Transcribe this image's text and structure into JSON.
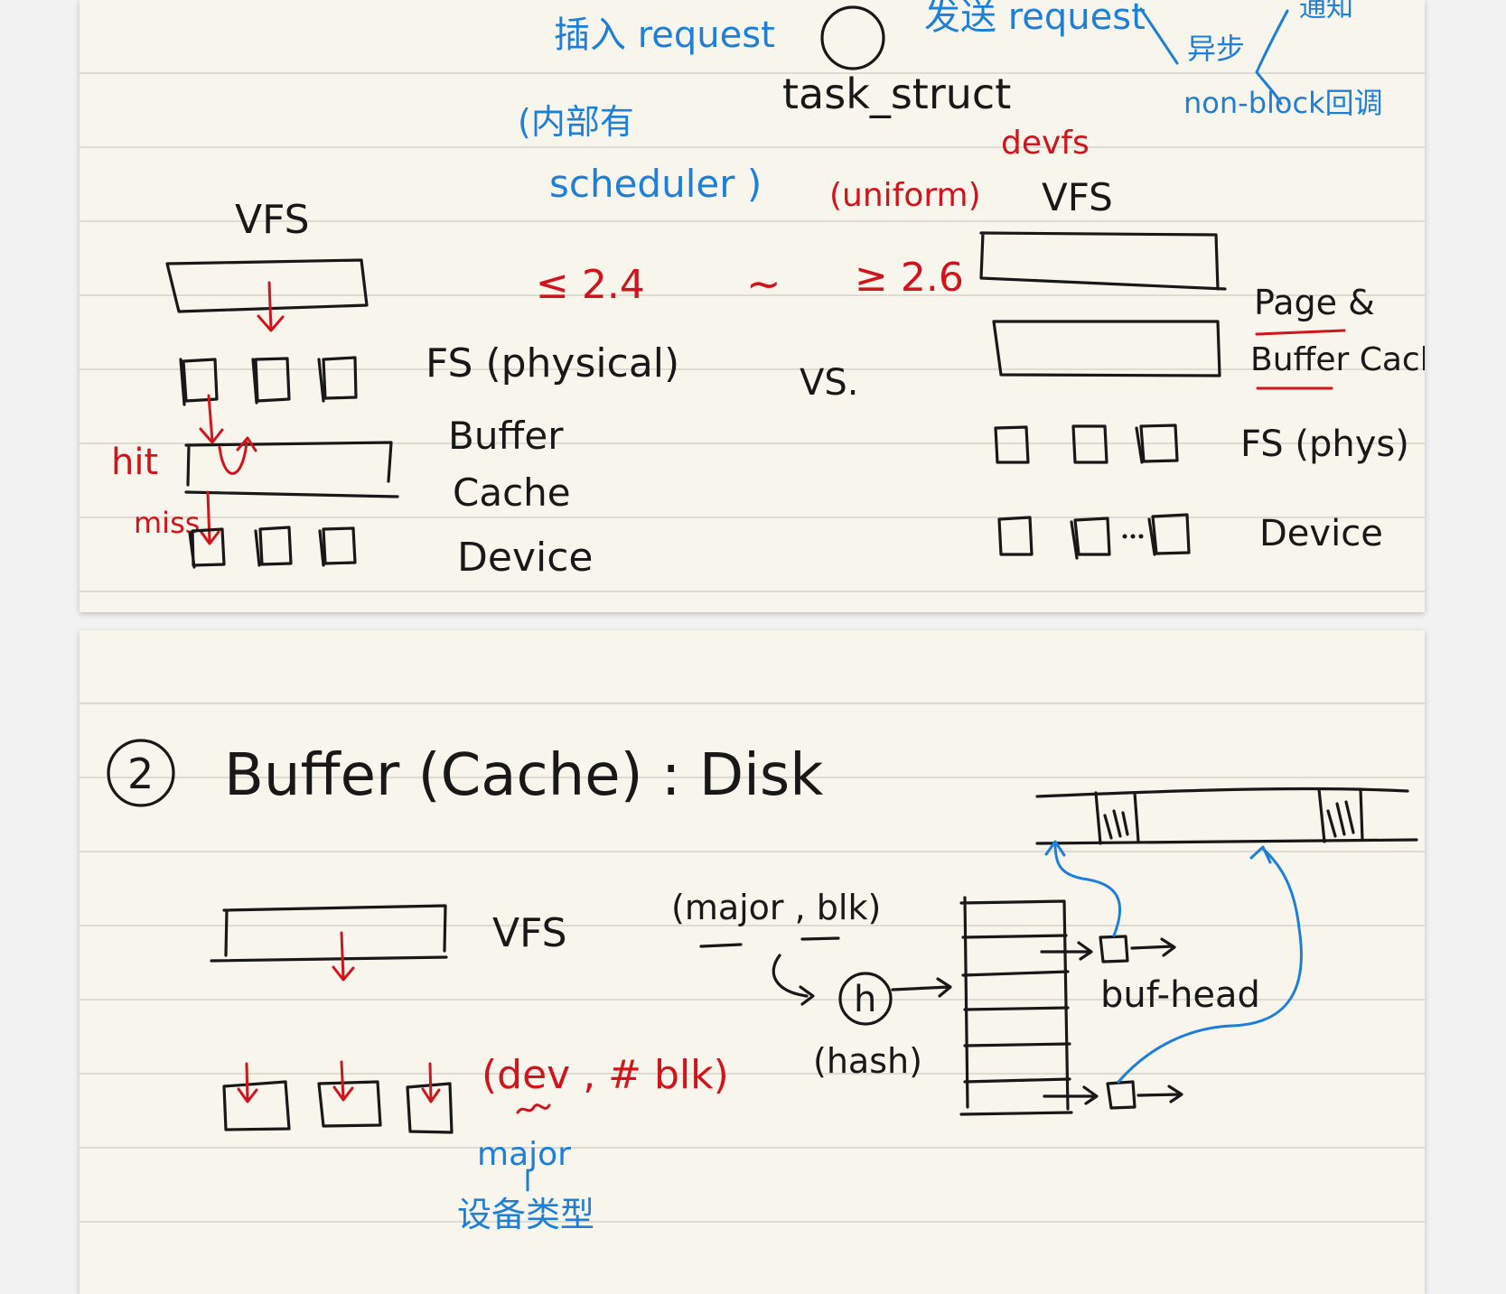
{
  "page1": {
    "blue_notes": {
      "insert_request": "插入 request",
      "send_request": "发送 request",
      "async": "异步",
      "notify": "通知",
      "non_block_callback": "non-block回调",
      "internal_has": "(内部有",
      "scheduler": "scheduler )"
    },
    "black_labels": {
      "task_struct": "task_struct",
      "vfs_left": "VFS",
      "fs_physical": "FS (physical)",
      "buffer": "Buffer",
      "cache": "Cache",
      "device_left": "Device",
      "vs": "VS.",
      "vfs_right": "VFS",
      "page_and": "Page &",
      "buffer_cache": "Buffer Cache",
      "fs_phys": "FS (phys)",
      "device_right": "Device"
    },
    "red_notes": {
      "le_version": "≤ 2.4",
      "tilde": "~",
      "ge_version": "≥ 2.6",
      "devfs": "devfs",
      "uniform": "(uniform)",
      "hit": "hit",
      "miss": "miss"
    }
  },
  "page2": {
    "black_labels": {
      "circled_number": "2",
      "heading": "Buffer (Cache) : Disk",
      "vfs": "VFS",
      "major_blk": "(major , blk)",
      "h": "h",
      "hash": "(hash)",
      "buf_head": "buf-head"
    },
    "red_notes": {
      "dev_blk": "(dev , # blk)"
    },
    "blue_notes": {
      "major": "major",
      "device_type": "设备类型"
    }
  },
  "colors": {
    "paper": "#f7f5ec",
    "rule_line": "#dedcd2",
    "blue_ink": "#1e7fd8",
    "red_ink": "#d1141b",
    "black_ink": "#181818"
  }
}
